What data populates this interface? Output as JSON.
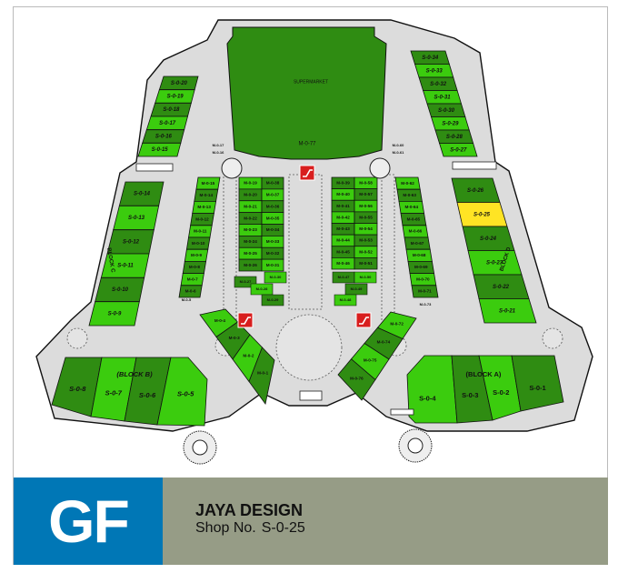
{
  "colors": {
    "dark_green": "#2f8c12",
    "light_green": "#3bcc0e",
    "highlight": "#ffe424",
    "floor": "#dcdcdc",
    "banner_blue": "#0077b6",
    "banner_gray": "#969c86",
    "escalator": "#d81e1e"
  },
  "map": {
    "supermarket": {
      "label": "SUPERMARKET",
      "id": "M-0-77"
    },
    "block_labels": {
      "a": "(BLOCK A)",
      "b": "(BLOCK B)",
      "c": "BLOCK C",
      "d": "BLOCK D"
    },
    "highlighted_shop": "S-0-25",
    "strips": [
      {
        "ids": [
          "S-0-20",
          "S-0-19",
          "S-0-18",
          "S-0-17",
          "S-0-16",
          "S-0-15"
        ],
        "start_shade": "dark"
      },
      {
        "ids": [
          "S-0-14",
          "S-0-13",
          "S-0-12",
          "S-0-11",
          "S-0-10",
          "S-0-9"
        ],
        "start_shade": "dark"
      },
      {
        "ids": [
          "S-0-34",
          "S-0-33",
          "S-0-32",
          "S-0-31",
          "S-0-30",
          "S-0-29",
          "S-0-28",
          "S-0-27"
        ],
        "start_shade": "dark"
      },
      {
        "ids": [
          "S-0-26",
          "S-0-25",
          "S-0-24",
          "S-0-23",
          "S-0-22",
          "S-0-21"
        ],
        "start_shade": "dark"
      },
      {
        "ids": [
          "M-0-15",
          "M-0-14",
          "M-0-13",
          "M-0-12",
          "M-0-11",
          "M-0-10",
          "M-0-9",
          "M-0-8",
          "M-0-7",
          "M-0-6"
        ],
        "start_shade": "light"
      },
      {
        "ids": [
          "M-0-19",
          "M-0-20",
          "M-0-21",
          "M-0-22",
          "M-0-23",
          "M-0-24",
          "M-0-25",
          "M-0-26"
        ],
        "start_shade": "light"
      },
      {
        "ids": [
          "M-0-38",
          "M-0-37",
          "M-0-36",
          "M-0-35",
          "M-0-34",
          "M-0-33",
          "M-0-32",
          "M-0-31"
        ],
        "start_shade": "dark"
      },
      {
        "ids": [
          "M-0-39",
          "M-0-40",
          "M-0-41",
          "M-0-42",
          "M-0-43",
          "M-0-44",
          "M-0-45",
          "M-0-46"
        ],
        "start_shade": "dark"
      },
      {
        "ids": [
          "M-0-58",
          "M-0-57",
          "M-0-56",
          "M-0-55",
          "M-0-54",
          "M-0-53",
          "M-0-52",
          "M-0-51"
        ],
        "start_shade": "light"
      },
      {
        "ids": [
          "M-0-62",
          "M-0-63",
          "M-0-64",
          "M-0-65",
          "M-0-66",
          "M-0-67",
          "M-0-68",
          "M-0-69",
          "M-0-70",
          "M-0-71"
        ],
        "start_shade": "light"
      },
      {
        "ids": [
          "M-0-4",
          "M-0-3",
          "M-0-2",
          "M-0-1"
        ],
        "start_shade": "light"
      },
      {
        "ids": [
          "M-0-72",
          "M-0-74",
          "M-0-75",
          "M-0-76"
        ],
        "start_shade": "light"
      }
    ],
    "extra_units": [
      "M-0-5",
      "M-0-27",
      "M-0-28",
      "M-0-29",
      "M-0-30",
      "M-0-47",
      "M-0-50",
      "M-0-49",
      "M-0-48",
      "M-0-73",
      "M-0-17",
      "M-0-16",
      "M-0-60",
      "M-0-61"
    ],
    "block_b": [
      {
        "id": "S-0-8",
        "shade": "dark"
      },
      {
        "id": "S-0-7",
        "shade": "light"
      },
      {
        "id": "S-0-6",
        "shade": "dark"
      },
      {
        "id": "S-0-5",
        "shade": "light"
      }
    ],
    "block_a": [
      {
        "id": "S-0-4",
        "shade": "light"
      },
      {
        "id": "S-0-3",
        "shade": "dark"
      },
      {
        "id": "S-0-2",
        "shade": "light"
      },
      {
        "id": "S-0-1",
        "shade": "dark"
      }
    ]
  },
  "banner": {
    "floor": "GF",
    "shop_name": "JAYA DESIGN",
    "shop_no_label": "Shop No.",
    "shop_no": "S-0-25"
  }
}
